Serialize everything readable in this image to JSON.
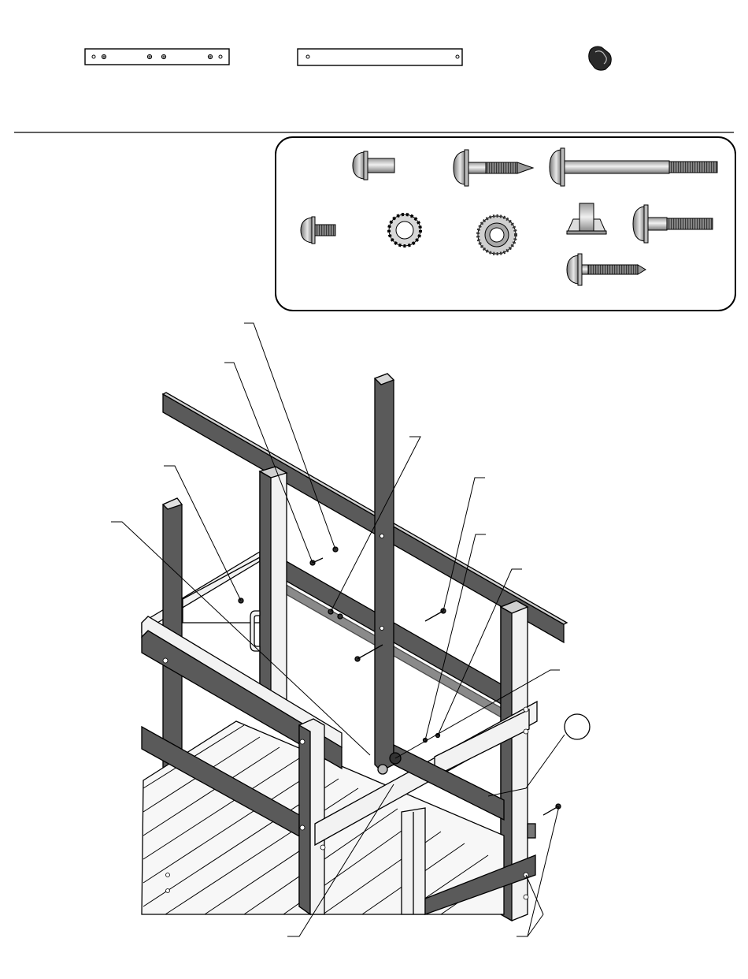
{
  "page": {
    "background": "#ffffff",
    "line_color": "#000000",
    "wood_dark": "#5a5a5a",
    "wood_light": "#f2f2f2"
  },
  "header_parts": [
    {
      "id": "board-with-holes",
      "icon": "drilled-board-icon"
    },
    {
      "id": "board-plain",
      "icon": "plain-board-icon"
    },
    {
      "id": "cap-piece",
      "icon": "cap-icon"
    }
  ],
  "hardware_panel": {
    "items": [
      {
        "id": "short-bolt",
        "icon": "short-bolt-icon"
      },
      {
        "id": "lag-screw",
        "icon": "lag-screw-icon"
      },
      {
        "id": "long-bolt",
        "icon": "long-bolt-icon"
      },
      {
        "id": "button-bolt",
        "icon": "button-bolt-icon"
      },
      {
        "id": "lock-washer",
        "icon": "lock-washer-icon"
      },
      {
        "id": "flange-nut",
        "icon": "flange-nut-icon"
      },
      {
        "id": "t-nut",
        "icon": "t-nut-icon"
      },
      {
        "id": "medium-bolt",
        "icon": "medium-bolt-icon"
      },
      {
        "id": "medium-lag-screw",
        "icon": "medium-lag-screw-icon"
      }
    ]
  },
  "assembly": {
    "icon": "playset-assembly-drawing",
    "callout_circle": {
      "icon": "blank-callout-circle-icon"
    }
  }
}
